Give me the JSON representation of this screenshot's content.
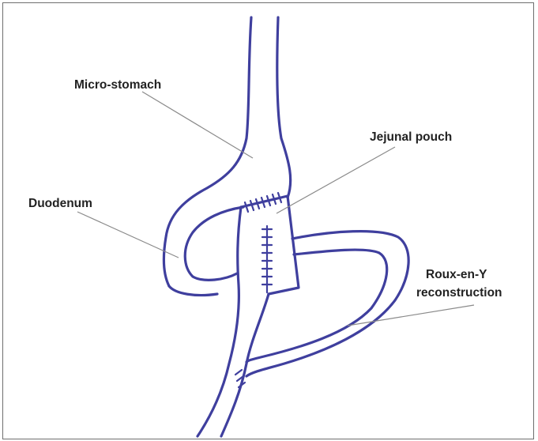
{
  "labels": {
    "micro_stomach": "Micro-stomach",
    "jejunal_pouch": "Jejunal pouch",
    "duodenum": "Duodenum",
    "roux_line1": "Roux-en-Y",
    "roux_line2": "reconstruction"
  },
  "colors": {
    "outline": "#3f3f9e",
    "leader": "#8a8a8a",
    "text": "#222222",
    "frame": "#6e6e6e"
  }
}
